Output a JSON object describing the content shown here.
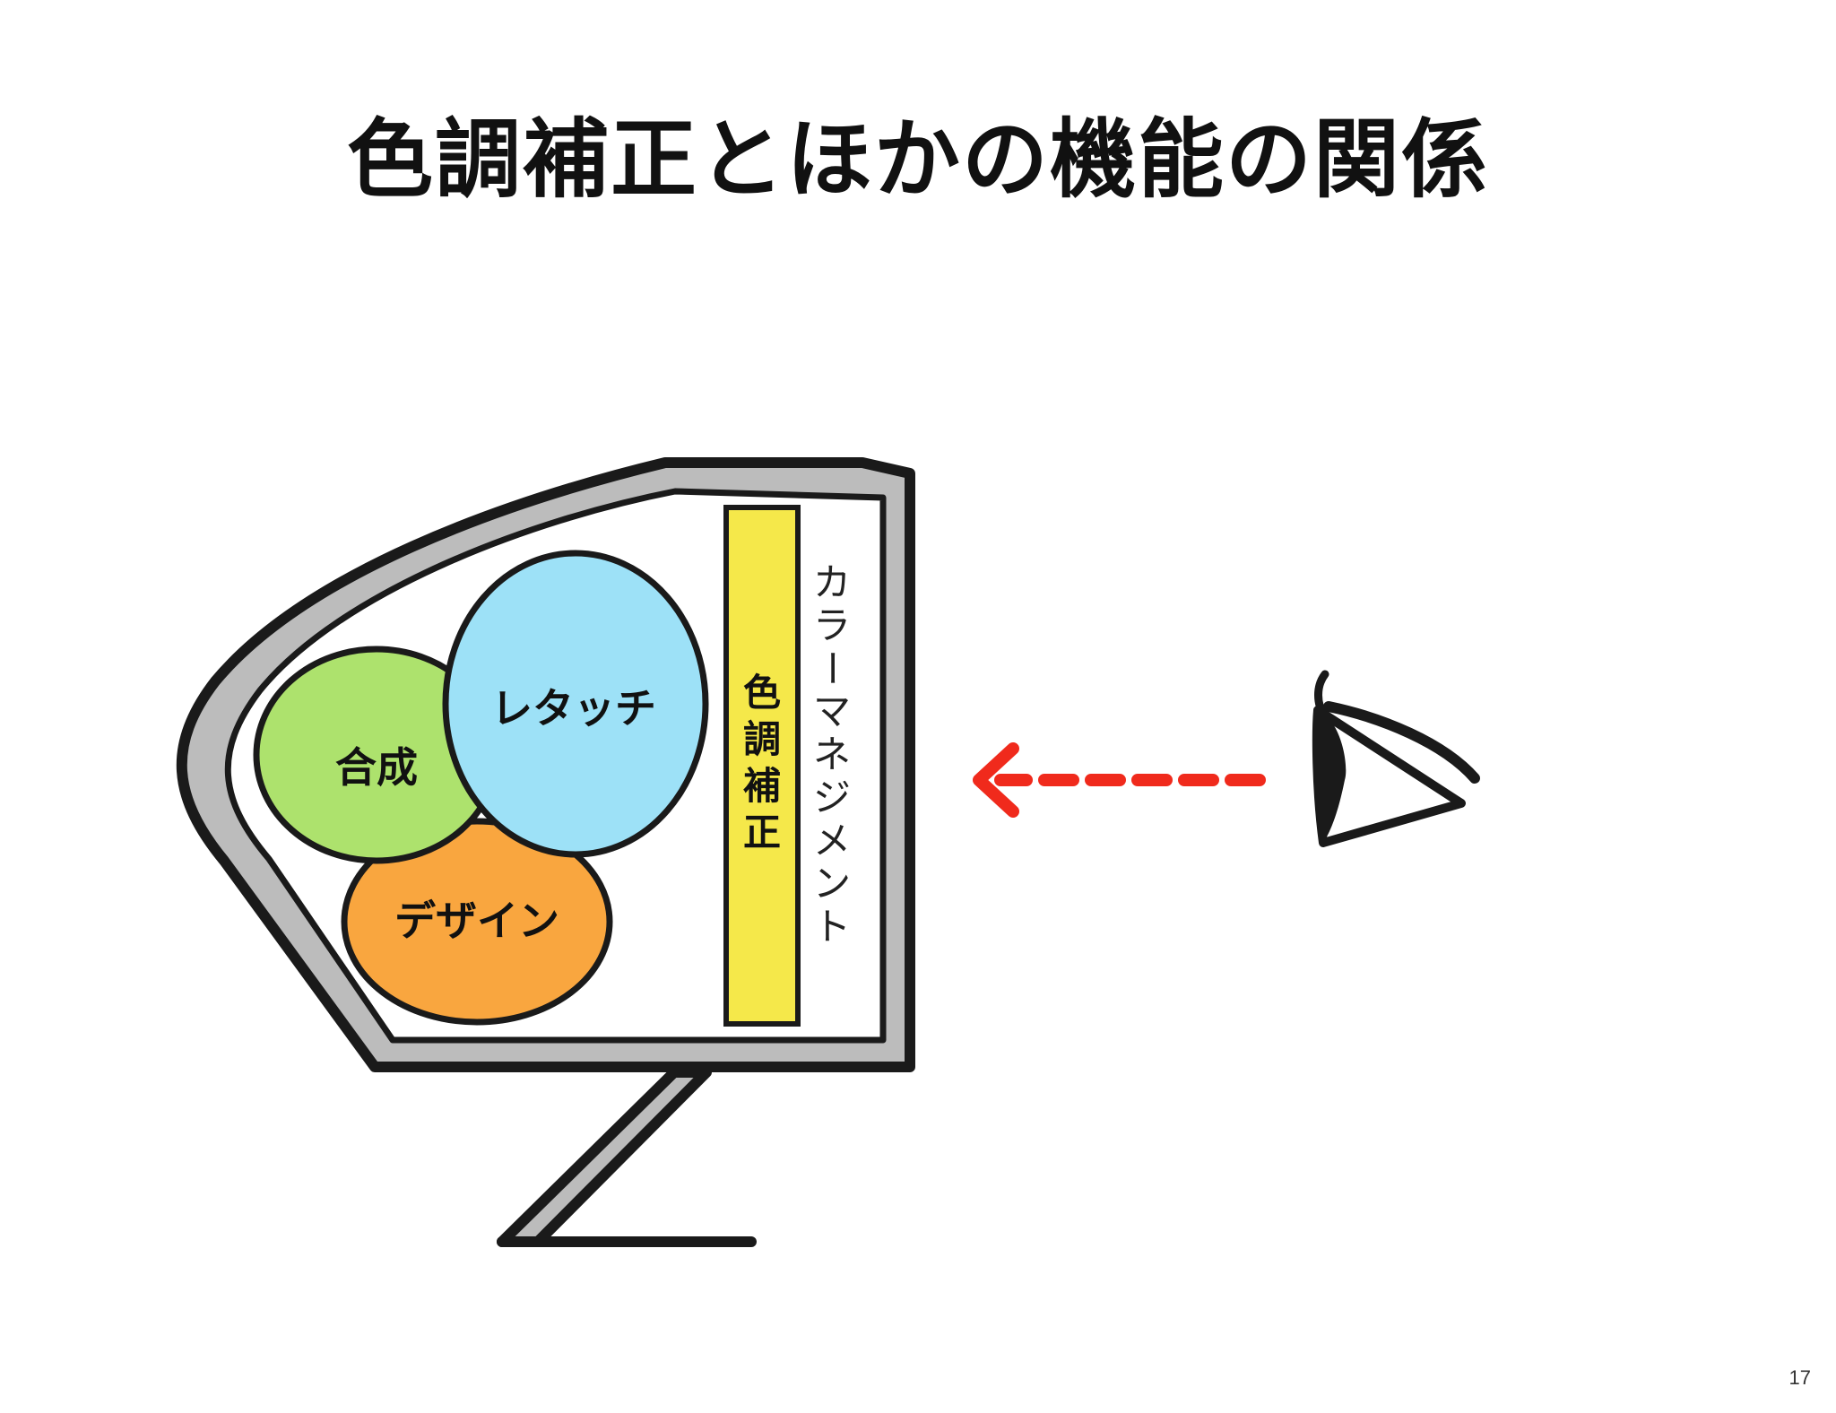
{
  "slide": {
    "title": "色調補正とほかの機能の関係",
    "page_number": "17"
  },
  "diagram": {
    "circles": [
      {
        "label": "合成",
        "color": "#ade26d"
      },
      {
        "label": "レタッチ",
        "color": "#9de1f7"
      },
      {
        "label": "デザイン",
        "color": "#f9a63f"
      }
    ],
    "color_correction": {
      "label_chars": [
        "色",
        "調",
        "補",
        "正"
      ],
      "color": "#f5e84a"
    },
    "color_management": {
      "label_chars": [
        "カ",
        "ラ",
        "ー",
        "マ",
        "ネ",
        "ジ",
        "メ",
        "ン",
        "ト"
      ]
    },
    "monitor": {
      "frame_color": "#bcbcbc",
      "outline_color": "#1a1a1a"
    },
    "arrow": {
      "color": "#f02a1c",
      "style": "dashed",
      "direction": "left"
    },
    "viewer_icon": "eye-icon"
  }
}
